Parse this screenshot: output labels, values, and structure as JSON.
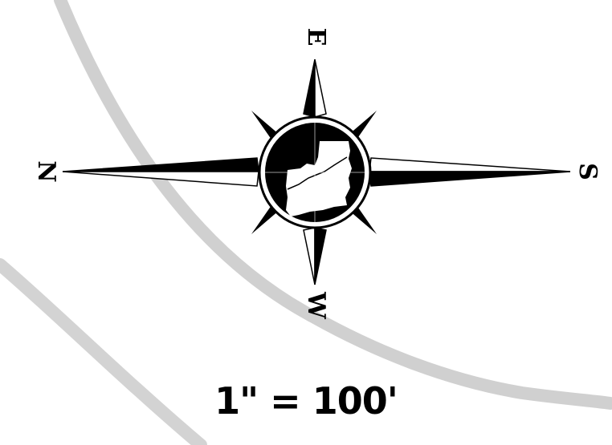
{
  "compass": {
    "north": "N",
    "east": "E",
    "south": "S",
    "west": "W"
  },
  "scale_text": "1\" = 100'",
  "colors": {
    "ink": "#000000",
    "background": "#ffffff",
    "arc_stroke": "#c8c8c8"
  }
}
